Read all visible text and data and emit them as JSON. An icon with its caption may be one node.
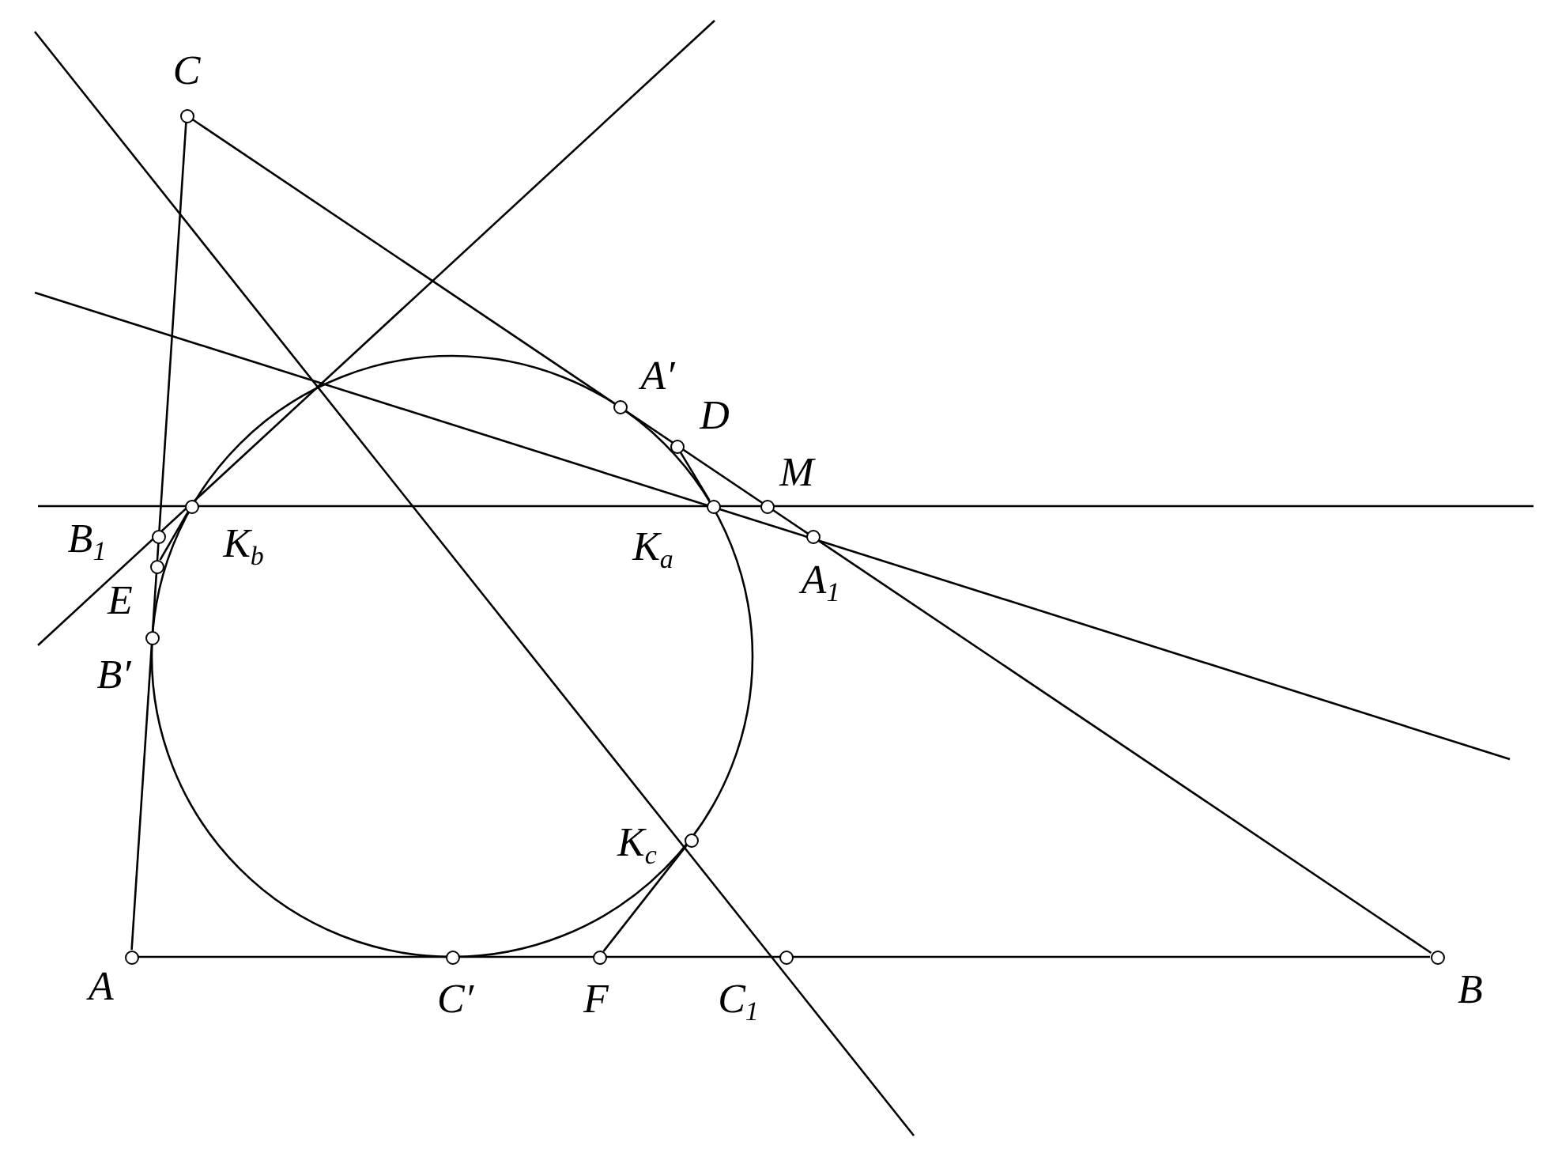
{
  "diagram": {
    "nodes": [
      {
        "text": [
          "C"
        ]
      },
      {
        "text": [
          "A′"
        ]
      },
      {
        "text": [
          "D"
        ]
      },
      {
        "text": [
          "M"
        ]
      },
      {
        "text": [
          "B$_{1}$"
        ]
      },
      {
        "text": [
          "K$_{b}$"
        ]
      },
      {
        "text": [
          "K$_{a}$"
        ]
      },
      {
        "text": [
          "A$_{1}$"
        ]
      },
      {
        "text": [
          "E"
        ]
      },
      {
        "text": [
          "B′"
        ]
      },
      {
        "text": [
          "K$_{c}$"
        ]
      },
      {
        "text": [
          "A"
        ]
      },
      {
        "text": [
          "C′"
        ]
      },
      {
        "text": [
          "F"
        ]
      },
      {
        "text": [
          "C$_{1}$"
        ]
      },
      {
        "text": [
          "B"
        ]
      }
    ],
    "edges": [
      {
        "from": 11,
        "to": 15,
        "arrow": "none"
      },
      {
        "from": 15,
        "to": 0,
        "arrow": "none"
      },
      {
        "from": 0,
        "to": 11,
        "arrow": "none"
      },
      {
        "from": 5,
        "to": 8,
        "arrow": "none"
      },
      {
        "from": 6,
        "to": 2,
        "arrow": "none"
      },
      {
        "from": 10,
        "to": 13,
        "arrow": "none"
      }
    ]
  }
}
